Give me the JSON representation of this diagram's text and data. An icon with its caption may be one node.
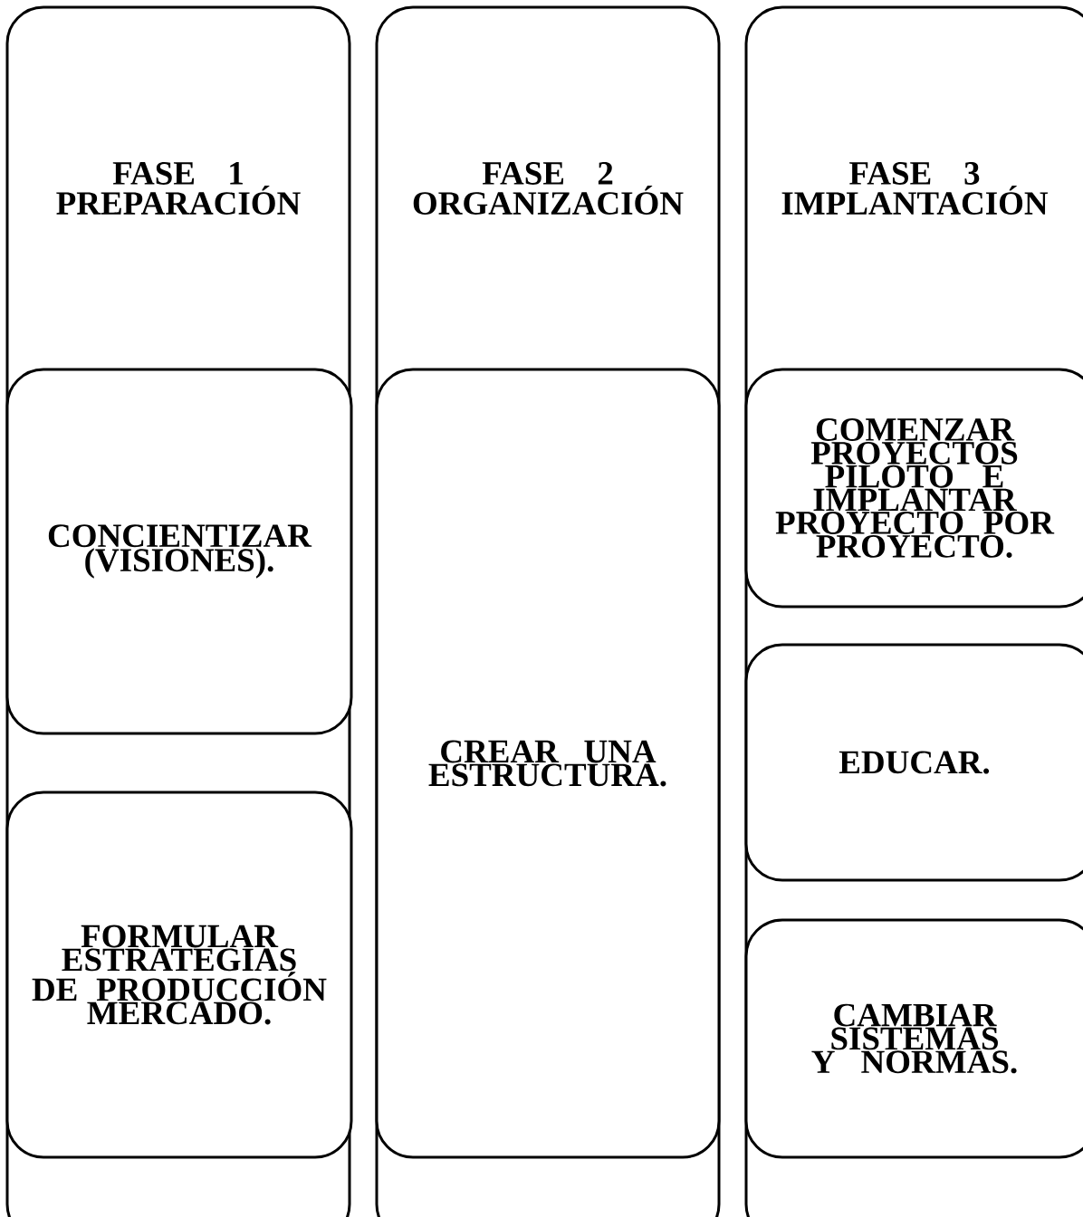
{
  "diagram": {
    "nodes": [
      {
        "text": [
          "FASE 1 PREPARACIÓN"
        ]
      },
      {
        "text": [
          "FASE 2 ORGANIZACIÓN"
        ]
      },
      {
        "text": [
          "FASE 3 IMPLANTACIÓN"
        ]
      },
      {
        "text": [
          "CONCIENTIZAR (VISIONES)."
        ],
        "in": 0
      },
      {
        "text": [
          "FORMULAR ESTRATEGIAS DE PRODUCCIÓN MERCADO."
        ],
        "in": 0
      },
      {
        "text": [
          "CREAR UNA ESTRUCTURA."
        ],
        "in": 1
      },
      {
        "text": [
          "COMENZAR PROYECTOS PILOTO E IMPLANTAR PROYECTO POR PROYECTO."
        ],
        "in": 2
      },
      {
        "text": [
          "EDUCAR."
        ],
        "in": 2
      },
      {
        "text": [
          "CAMBIAR SISTEMAS Y NORMAS."
        ],
        "in": 2
      }
    ]
  }
}
